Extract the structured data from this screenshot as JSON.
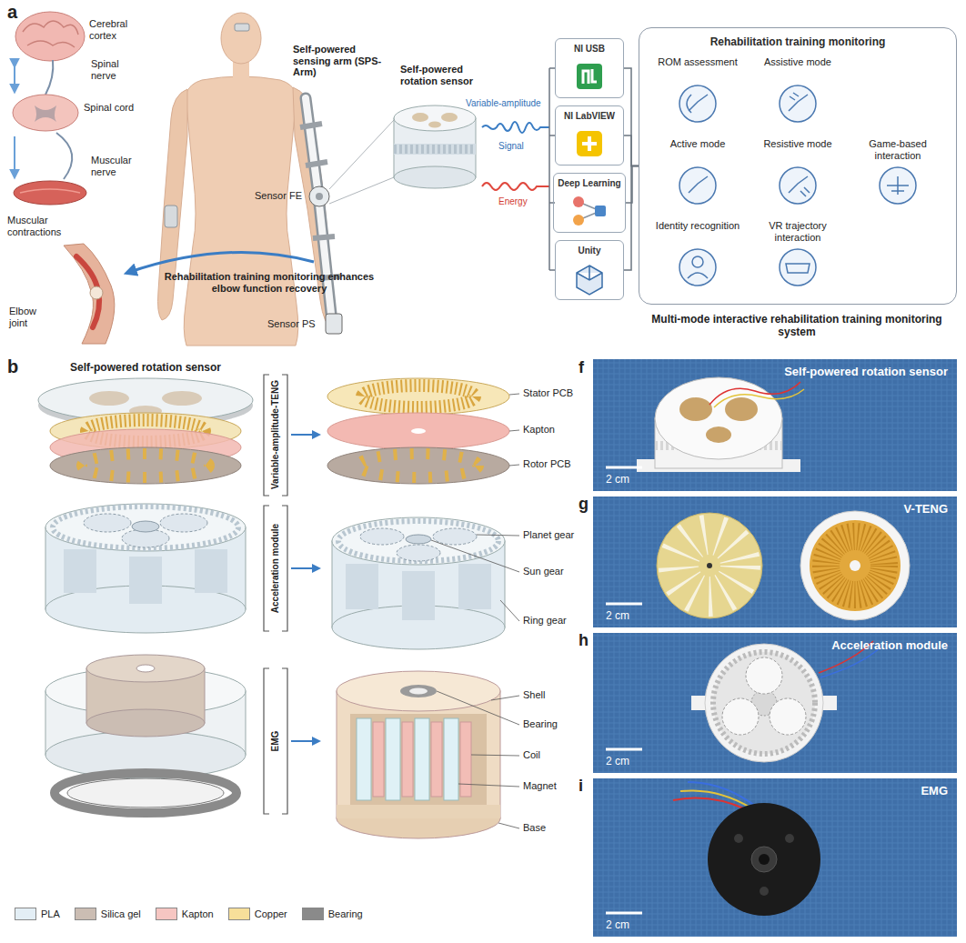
{
  "diagram": {
    "nodes": [
      {
        "text": [
          "NI USB"
        ]
      },
      {
        "text": [
          "NI LabVIEW"
        ]
      },
      {
        "text": [
          "Deep Learning"
        ]
      },
      {
        "text": [
          "Unity"
        ]
      },
      {
        "text": [
          "Rehabilitation training monitoring"
        ]
      },
      {
        "text": [
          "ROM assessment"
        ],
        "in": 4
      },
      {
        "text": [
          "Assistive mode"
        ],
        "in": 4
      },
      {
        "text": [
          "Active mode"
        ],
        "in": 4
      },
      {
        "text": [
          "Resistive mode"
        ],
        "in": 4
      },
      {
        "text": [
          "Game-based interaction"
        ],
        "in": 4
      },
      {
        "text": [
          "Identity recognition"
        ],
        "in": 4
      },
      {
        "text": [
          "VR trajectory interaction"
        ],
        "in": 4
      },
      {
        "text": [
          "Self-powered rotation sensor",
          "2 cm"
        ]
      },
      {
        "text": [
          "V-TENG",
          "2 cm"
        ]
      },
      {
        "text": [
          "Acceleration module",
          "2 cm"
        ]
      },
      {
        "text": [
          "EMG",
          "2 cm"
        ]
      }
    ],
    "edges": [
      {
        "from": 0,
        "to": 4,
        "arrow": "none"
      },
      {
        "from": 1,
        "to": 4,
        "arrow": "none"
      },
      {
        "from": 2,
        "to": 4,
        "arrow": "none"
      },
      {
        "from": 3,
        "to": 4,
        "arrow": "none"
      }
    ],
    "labels": [
      "a",
      "Cerebral cortex",
      "Spinal nerve",
      "Spinal cord",
      "Muscular nerve",
      "Muscular contractions",
      "Elbow joint",
      "Self-powered sensing arm (SPS-Arm)",
      "Self-powered rotation sensor",
      "Sensor FE",
      "Sensor PS",
      "Rehabilitation training monitoring enhances elbow function recovery",
      "Variable-amplitude",
      "Signal",
      "Energy",
      "Multi-mode interactive rehabilitation training monitoring system",
      "b",
      "Self-powered rotation sensor",
      "Variable-amplitude-TENG",
      "Acceleration module",
      "EMG",
      "Stator PCB",
      "Kapton",
      "Rotor PCB",
      "Planet gear",
      "Sun gear",
      "Ring gear",
      "Shell",
      "Bearing",
      "Coil",
      "Magnet",
      "Base",
      "f",
      "g",
      "h",
      "i"
    ],
    "legend": [
      {
        "text": "PLA",
        "color": "#e3eef5"
      },
      {
        "text": "Silica gel",
        "color": "#cbbdb3"
      },
      {
        "text": "Kapton",
        "color": "#f6c6c2"
      },
      {
        "text": "Copper",
        "color": "#f7df9a"
      },
      {
        "text": "Bearing",
        "color": "#8a8a8a"
      }
    ]
  }
}
